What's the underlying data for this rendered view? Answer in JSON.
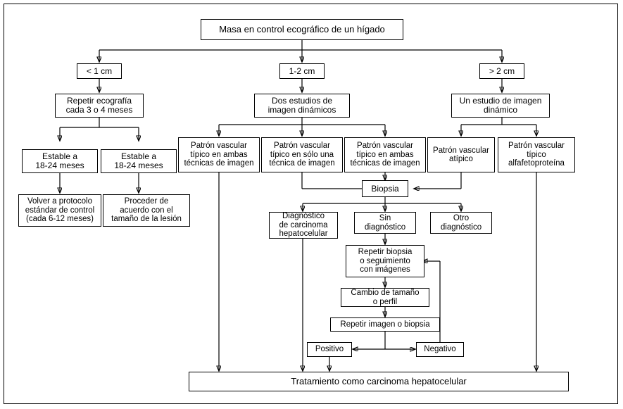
{
  "diagram": {
    "title": "Masa en control ecografico de un higado",
    "language": "es",
    "type": "clinical-decision-flowchart",
    "accent_color": "#000000",
    "background_color": "#ffffff"
  },
  "nodes": {
    "root": {
      "label": "Masa en control ecográfico de un hígado"
    },
    "size_small": {
      "label": "< 1 cm"
    },
    "size_mid": {
      "label": "1-2 cm"
    },
    "size_large": {
      "label": "> 2 cm"
    },
    "repeat_us": {
      "label": "Repetir ecografía\ncada 3 o 4 meses"
    },
    "two_studies": {
      "label": "Dos estudios de\nimagen dinámicos"
    },
    "one_study": {
      "label": "Un estudio de imagen\ndinámico"
    },
    "stable_left": {
      "label": "Estable a\n18-24 meses"
    },
    "stable_right": {
      "label": "Estable a\n18-24 meses"
    },
    "back_protocol": {
      "label": "Volver a protocolo\nestándar de control\n(cada 6-12 meses)"
    },
    "proceed_size": {
      "label": "Proceder de\nacuerdo con el\ntamaño de la lesión"
    },
    "pattern_both_a": {
      "label": "Patrón vascular\ntípico en ambas\ntécnicas de imagen"
    },
    "pattern_one": {
      "label": "Patrón vascular\ntípico en sólo una\ntécnica de imagen"
    },
    "pattern_both_b": {
      "label": "Patrón vascular\ntípico en ambas\ntécnicas de imagen"
    },
    "pattern_atypical": {
      "label": "Patrón vascular\natípico"
    },
    "pattern_afp": {
      "label": "Patrón vascular\ntípico\nalfafetoproteína"
    },
    "biopsy": {
      "label": "Biopsia"
    },
    "dx_hcc": {
      "label": "Diagnóstico\nde carcinoma\nhepatocelular"
    },
    "no_dx": {
      "label": "Sin\ndiagnóstico"
    },
    "other_dx": {
      "label": "Otro\ndiagnóstico"
    },
    "repeat_biopsy": {
      "label": "Repetir biopsia\no seguimiento\ncon imágenes"
    },
    "size_change": {
      "label": "Cambio de tamaño\no perfil"
    },
    "repeat_img_biopsy": {
      "label": "Repetir imagen o biopsia"
    },
    "positive": {
      "label": "Positivo"
    },
    "negative": {
      "label": "Negativo"
    },
    "treatment": {
      "label": "Tratamiento como carcinoma hepatocelular"
    }
  }
}
